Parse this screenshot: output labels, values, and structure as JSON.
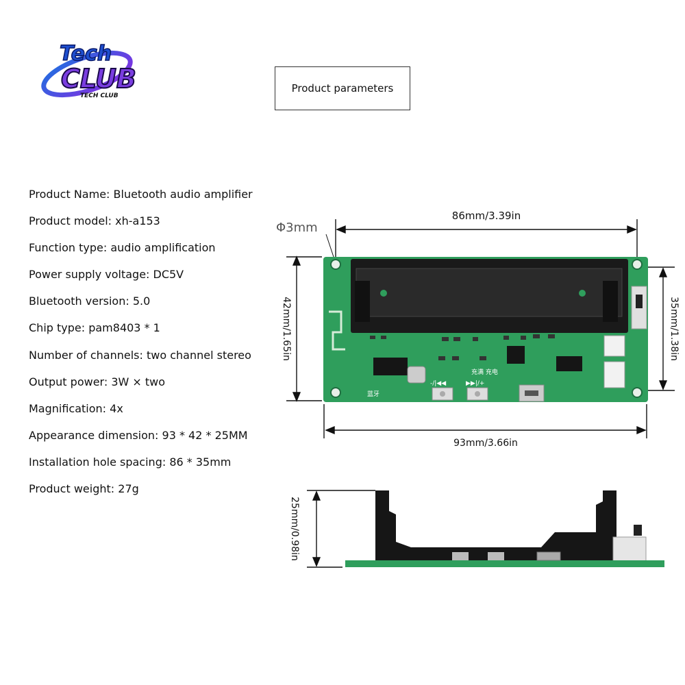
{
  "logo": {
    "line1": "Tech",
    "line2": "CLUB",
    "tagline": "TECH CLUB"
  },
  "header": {
    "title": "Product parameters"
  },
  "specs": [
    "Product Name: Bluetooth audio amplifier",
    "Product model: xh-a153",
    "Function type: audio amplification",
    "Power supply voltage: DC5V",
    "Bluetooth version: 5.0",
    "Chip type: pam8403 * 1",
    "Number of channels: two channel stereo",
    "Output power: 3W × two",
    "Magnification: 4x",
    "Appearance dimension: 93 * 42 * 25MM",
    "Installation hole spacing: 86 * 35mm",
    "Product weight: 27g"
  ],
  "dimensions": {
    "hole_diameter": "Φ3mm",
    "hole_spacing_width": "86mm/3.39in",
    "board_height": "42mm/1.65in",
    "hole_spacing_height": "35mm/1.38in",
    "board_width": "93mm/3.66in",
    "board_depth": "25mm/0.98in"
  },
  "board_labels": {
    "btn_prev": "-/|◀◀",
    "btn_next": "▶▶|/+",
    "charge_text": "充满 充电",
    "bt_text": "蓝牙"
  },
  "colors": {
    "pcb": "#2f9e5c",
    "battery_holder": "#1a1a1a",
    "logo_purple": "#6b3fd8",
    "logo_blue": "#1e6fe0"
  }
}
